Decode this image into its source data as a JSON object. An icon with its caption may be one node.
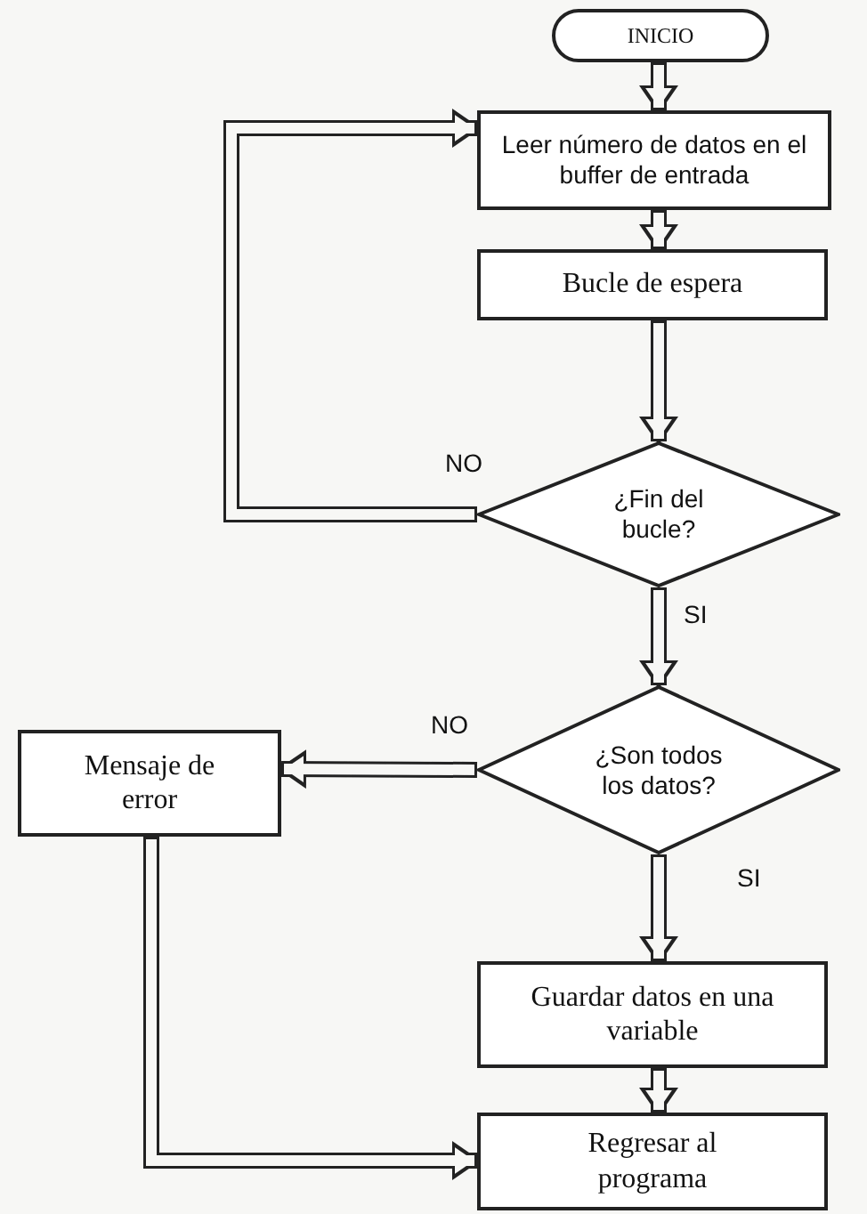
{
  "diagram": {
    "nodes": [
      {
        "text": [
          "INICIO"
        ]
      },
      {
        "text": [
          "Leer número de datos en el buffer de entrada"
        ]
      },
      {
        "text": [
          "Bucle de espera"
        ]
      },
      {
        "text": [
          "¿Fin del bucle?"
        ]
      },
      {
        "text": [
          "¿Son todos los datos?"
        ]
      },
      {
        "text": [
          "Mensaje de error"
        ]
      },
      {
        "text": [
          "Guardar datos en una variable"
        ]
      },
      {
        "text": [
          "Regresar al programa"
        ]
      }
    ],
    "edges": [
      {
        "from": 0,
        "to": 1,
        "arrow": "to"
      },
      {
        "from": 1,
        "to": 2,
        "arrow": "to"
      },
      {
        "from": 2,
        "to": 3,
        "arrow": "to"
      },
      {
        "from": 3,
        "to": 1,
        "arrow": "to",
        "label": "NO"
      },
      {
        "from": 3,
        "to": 4,
        "arrow": "to",
        "label": "SI"
      },
      {
        "from": 4,
        "to": 5,
        "arrow": "to",
        "label": "NO"
      },
      {
        "from": 4,
        "to": 6,
        "arrow": "to",
        "label": "SI"
      },
      {
        "from": 5,
        "to": 7,
        "arrow": "to"
      },
      {
        "from": 6,
        "to": 7,
        "arrow": "to"
      }
    ]
  }
}
